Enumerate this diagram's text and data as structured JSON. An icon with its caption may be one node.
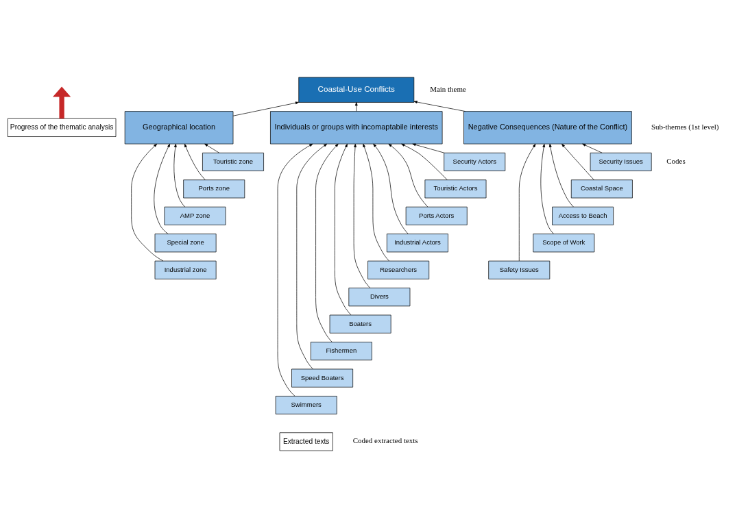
{
  "diagram": {
    "nodes": [
      {
        "text": [
          "Coastal-Use Conflicts"
        ]
      },
      {
        "text": [
          "Geographical location"
        ]
      },
      {
        "text": [
          "Individuals or groups with incomaptabile interests"
        ]
      },
      {
        "text": [
          "Negative Consequences (Nature of the Conflict)"
        ]
      },
      {
        "text": [
          "Touristic zone"
        ]
      },
      {
        "text": [
          "Ports zone"
        ]
      },
      {
        "text": [
          "AMP zone"
        ]
      },
      {
        "text": [
          "Special zone"
        ]
      },
      {
        "text": [
          "Industrial zone"
        ]
      },
      {
        "text": [
          "Security Actors"
        ]
      },
      {
        "text": [
          "Touristic Actors"
        ]
      },
      {
        "text": [
          "Ports Actors"
        ]
      },
      {
        "text": [
          "Industrial Actors"
        ]
      },
      {
        "text": [
          "Researchers"
        ]
      },
      {
        "text": [
          "Divers"
        ]
      },
      {
        "text": [
          "Boaters"
        ]
      },
      {
        "text": [
          "Fishermen"
        ]
      },
      {
        "text": [
          "Speed Boaters"
        ]
      },
      {
        "text": [
          "Swimmers"
        ]
      },
      {
        "text": [
          "Security Issues"
        ]
      },
      {
        "text": [
          "Coastal Space"
        ]
      },
      {
        "text": [
          "Access to Beach"
        ]
      },
      {
        "text": [
          "Scope of Work"
        ]
      },
      {
        "text": [
          "Safety Issues"
        ]
      },
      {
        "text": [
          "Extracted texts"
        ]
      },
      {
        "text": [
          "Progress of the thematic analysis"
        ]
      }
    ],
    "edges": [
      {
        "from": 1,
        "to": 0,
        "arrow": "to"
      },
      {
        "from": 2,
        "to": 0,
        "arrow": "to"
      },
      {
        "from": 3,
        "to": 0,
        "arrow": "to"
      },
      {
        "from": 4,
        "to": 1,
        "arrow": "to"
      },
      {
        "from": 5,
        "to": 1,
        "arrow": "to"
      },
      {
        "from": 6,
        "to": 1,
        "arrow": "to"
      },
      {
        "from": 7,
        "to": 1,
        "arrow": "to"
      },
      {
        "from": 8,
        "to": 1,
        "arrow": "to"
      },
      {
        "from": 9,
        "to": 2,
        "arrow": "to"
      },
      {
        "from": 10,
        "to": 2,
        "arrow": "to"
      },
      {
        "from": 11,
        "to": 2,
        "arrow": "to"
      },
      {
        "from": 12,
        "to": 2,
        "arrow": "to"
      },
      {
        "from": 13,
        "to": 2,
        "arrow": "to"
      },
      {
        "from": 14,
        "to": 2,
        "arrow": "to"
      },
      {
        "from": 15,
        "to": 2,
        "arrow": "to"
      },
      {
        "from": 16,
        "to": 2,
        "arrow": "to"
      },
      {
        "from": 17,
        "to": 2,
        "arrow": "to"
      },
      {
        "from": 18,
        "to": 2,
        "arrow": "to"
      },
      {
        "from": 19,
        "to": 3,
        "arrow": "to"
      },
      {
        "from": 20,
        "to": 3,
        "arrow": "to"
      },
      {
        "from": 21,
        "to": 3,
        "arrow": "to"
      },
      {
        "from": 22,
        "to": 3,
        "arrow": "to"
      },
      {
        "from": 23,
        "to": 3,
        "arrow": "to"
      },
      {
        "from": 25,
        "to": null,
        "arrow": "to",
        "style": "thick",
        "color": "#c62828"
      }
    ],
    "labels": [
      "Main theme",
      "Sub-themes (1st level)",
      "Codes",
      "Coded extracted texts"
    ]
  }
}
